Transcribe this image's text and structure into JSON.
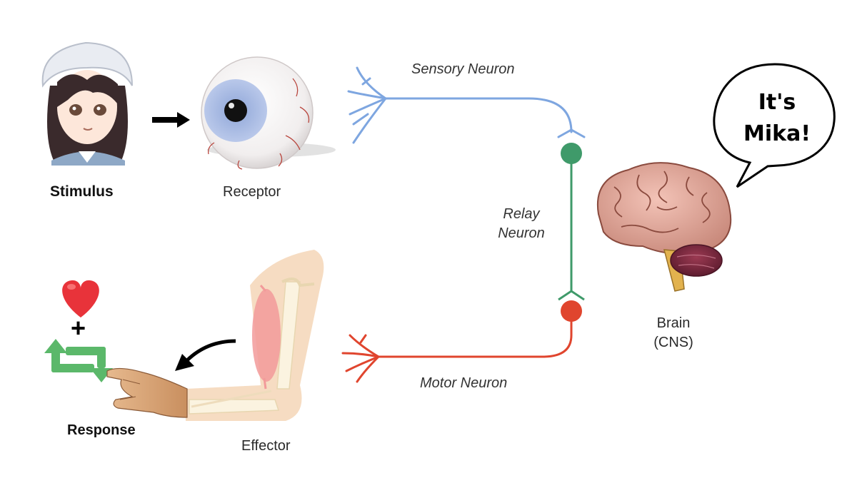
{
  "labels": {
    "stimulus": "Stimulus",
    "receptor": "Receptor",
    "sensory_neuron": "Sensory Neuron",
    "relay_neuron_line1": "Relay",
    "relay_neuron_line2": "Neuron",
    "motor_neuron": "Motor Neuron",
    "brain_line1": "Brain",
    "brain_line2": "(CNS)",
    "effector": "Effector",
    "response": "Response"
  },
  "speech_bubble": {
    "line1": "It's",
    "line2": "Mika!"
  },
  "symbols": {
    "plus": "+"
  },
  "colors": {
    "sensory": "#7ea6e0",
    "relay": "#3f9a6a",
    "motor": "#e0452e",
    "heart": "#e8333a",
    "cycle": "#5bb86a"
  },
  "icons": [
    "anime-girl-portrait",
    "arrow-right-icon",
    "eyeball-icon",
    "brain-icon",
    "heart-icon",
    "cycle-arrows-icon",
    "pointing-hand-icon",
    "arm-muscle-icon",
    "curved-arrow-icon"
  ]
}
